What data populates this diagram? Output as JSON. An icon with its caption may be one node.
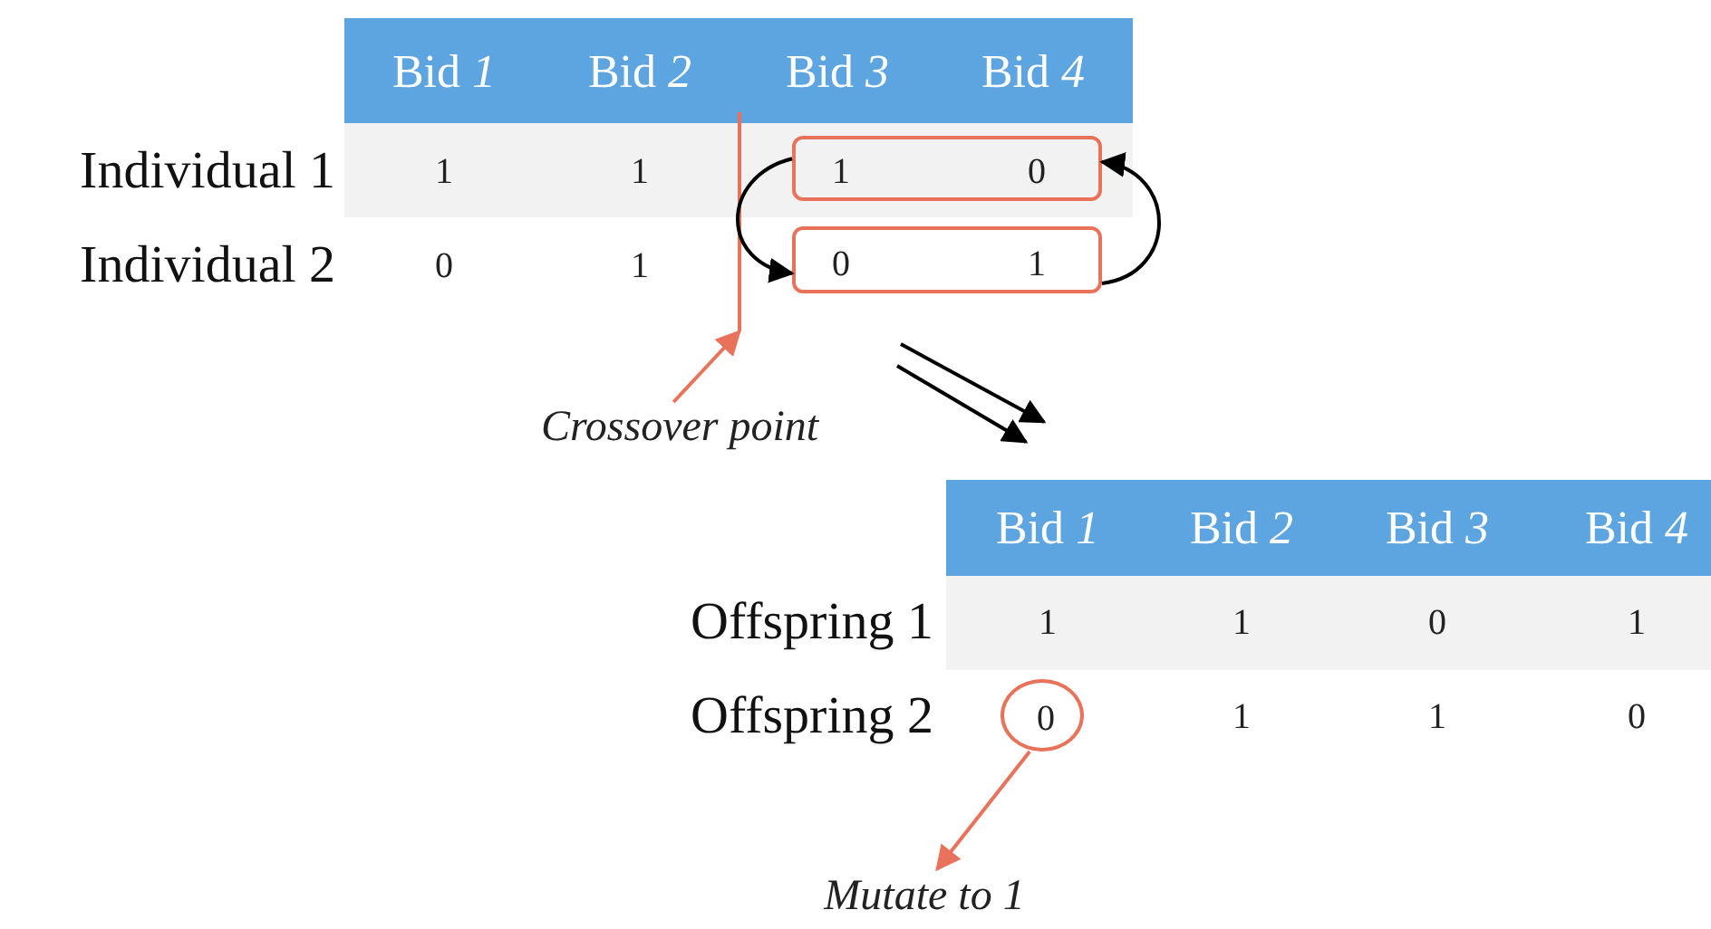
{
  "diagram": {
    "nodes": [
      {
        "text": [
          "1",
          "0"
        ]
      },
      {
        "text": [
          "0",
          "1"
        ]
      },
      {
        "text": [],
        "shape": "bar"
      },
      {
        "text": [
          "Crossover point"
        ]
      },
      {
        "text": [
          "0"
        ]
      },
      {
        "text": [
          "Mutate to 1"
        ]
      }
    ],
    "edges": [
      {
        "from": 0,
        "to": 1,
        "arrow": "to"
      },
      {
        "from": 1,
        "to": 0,
        "arrow": "to"
      },
      {
        "from": 3,
        "to": 2,
        "arrow": "to",
        "color": "#e8735a"
      },
      {
        "from": 4,
        "to": 5,
        "arrow": "to",
        "color": "#e8735a"
      }
    ],
    "labels": [
      "Bid *1*",
      "Bid *2*",
      "Bid *3*",
      "Bid *4*",
      "Individual 1",
      "1",
      "1",
      "Individual 2",
      "0",
      "1",
      "Bid *1*",
      "Bid *2*",
      "Bid *3*",
      "Bid *4*",
      "Offspring 1",
      "1",
      "1",
      "0",
      "1",
      "Offspring 2",
      "1",
      "1",
      "0"
    ]
  }
}
